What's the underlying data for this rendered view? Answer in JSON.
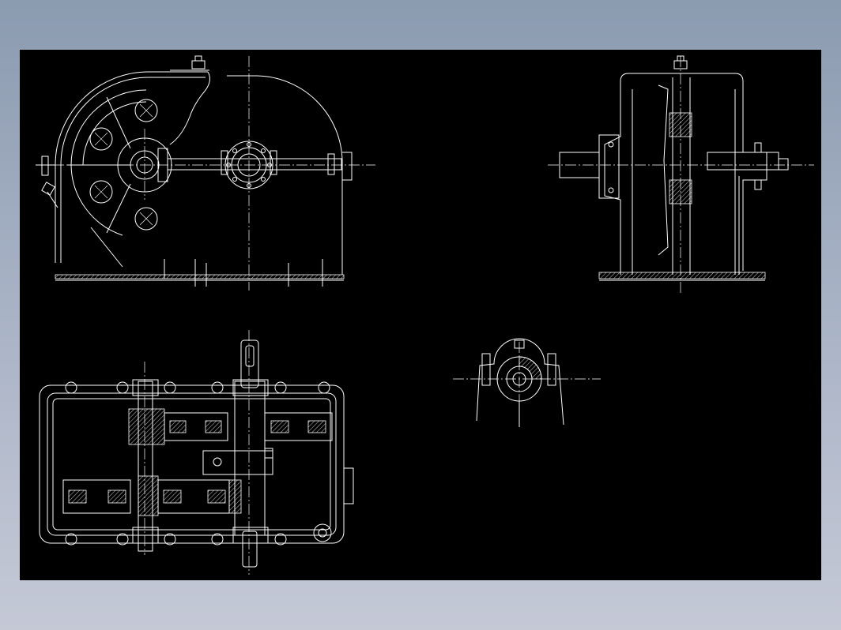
{
  "app": {
    "background_gradient": [
      "#8b9bb0",
      "#c5c9d6"
    ],
    "canvas_color": "#000000",
    "line_color": "#ffffff"
  },
  "views": [
    {
      "id": "front-view",
      "icon": "gearbox-front-elevation"
    },
    {
      "id": "side-view",
      "icon": "gearbox-side-elevation"
    },
    {
      "id": "plan-view",
      "icon": "gearbox-plan-section"
    },
    {
      "id": "detail-view",
      "icon": "bearing-housing-detail"
    }
  ]
}
